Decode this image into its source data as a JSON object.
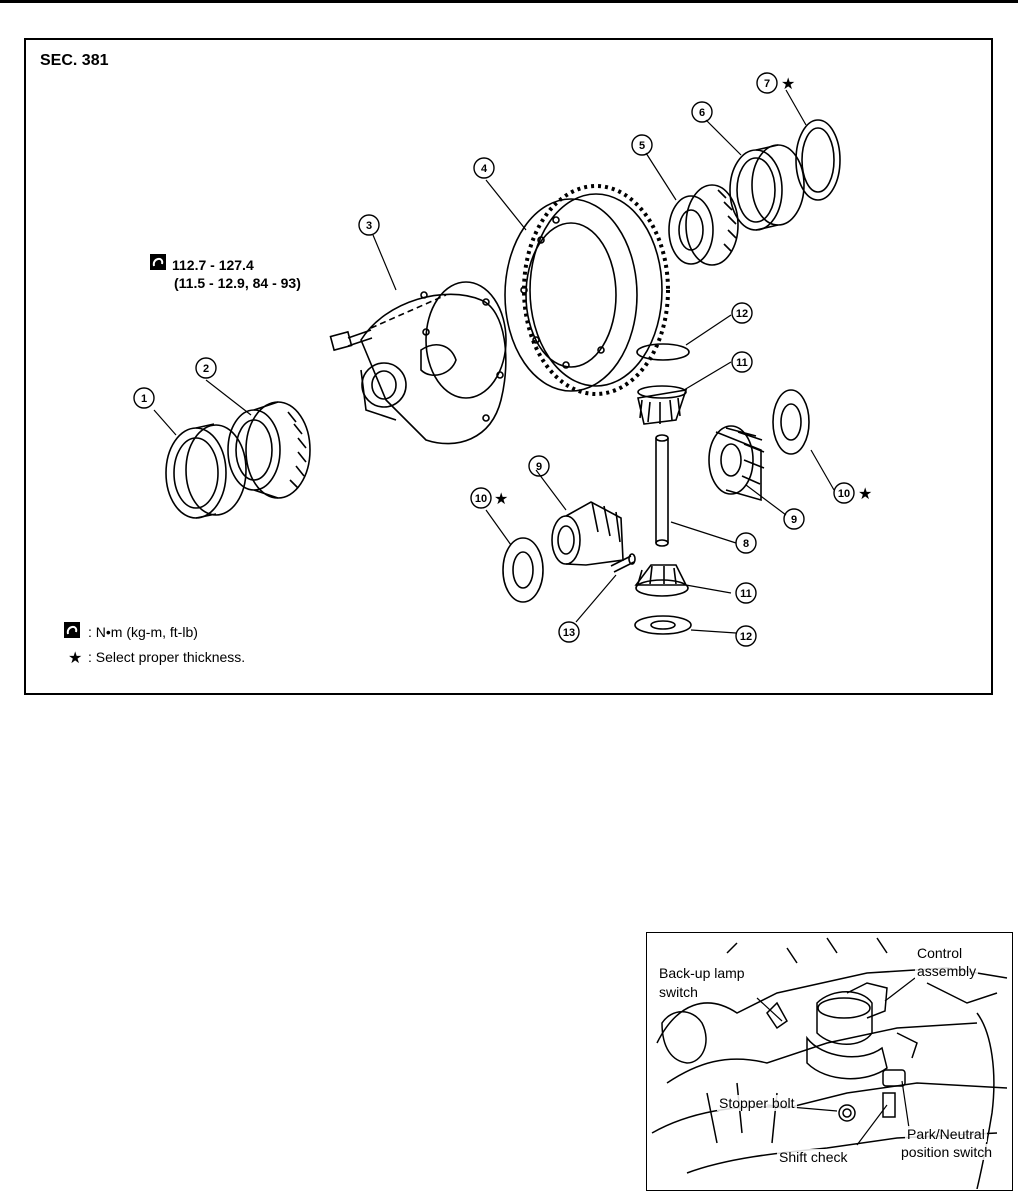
{
  "diagram": {
    "section": "SEC. 381",
    "torque_line1": "112.7 - 127.4",
    "torque_line2": "(11.5 - 12.9, 84 - 93)",
    "legend": {
      "torque_units": ": N•m (kg-m, ft-lb)",
      "star_note": ": Select proper thickness."
    },
    "callouts": [
      "1",
      "2",
      "3",
      "4",
      "5",
      "6",
      "7",
      "8",
      "9",
      "9",
      "10",
      "10",
      "11",
      "11",
      "12",
      "12",
      "13"
    ]
  },
  "photo": {
    "labels": {
      "control_assembly_1": "Control",
      "control_assembly_2": "assembly",
      "backup_lamp_1": "Back-up lamp",
      "backup_lamp_2": "switch",
      "stopper_bolt": "Stopper bolt",
      "shift_check": "Shift check",
      "park_neutral_1": "Park/Neutral",
      "park_neutral_2": "position switch"
    }
  }
}
